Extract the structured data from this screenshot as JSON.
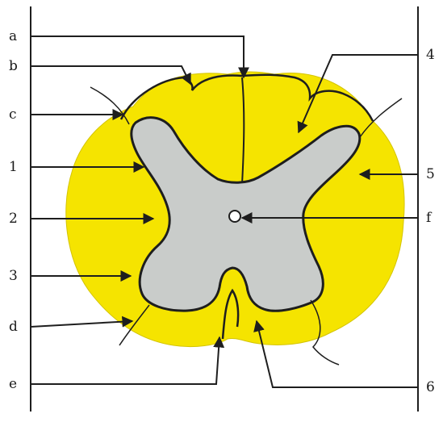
{
  "diagram": {
    "left_labels": [
      "a",
      "b",
      "c",
      "1",
      "2",
      "3",
      "d",
      "e"
    ],
    "right_labels": [
      "4",
      "5",
      "f",
      "6"
    ],
    "colors": {
      "white_matter": "#f5e400",
      "grey_matter": "#c9ccca",
      "outline": "#1e1e1e",
      "background": "#ffffff"
    }
  }
}
